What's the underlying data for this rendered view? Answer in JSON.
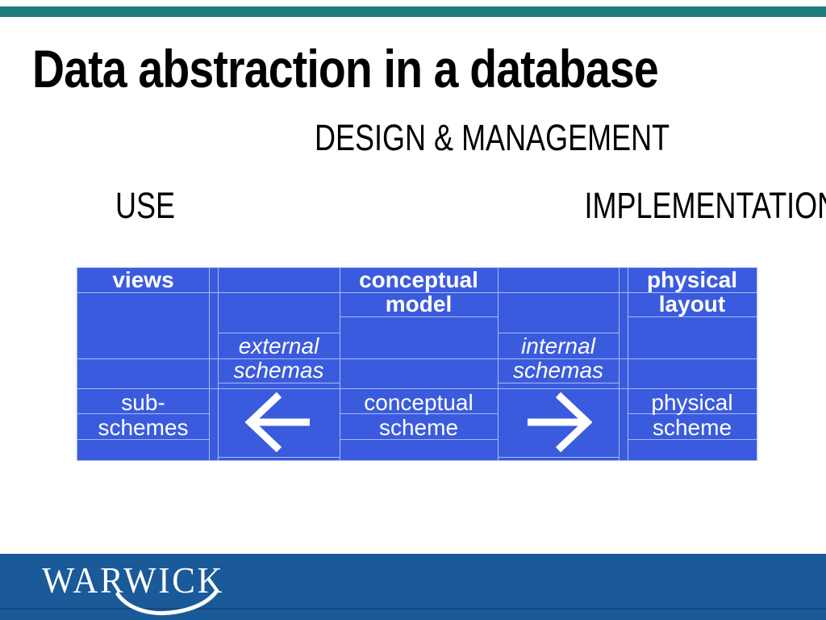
{
  "slide": {
    "title": "Data abstraction in a database",
    "phases": {
      "use": "USE",
      "design": "DESIGN",
      "ampersand": "&",
      "management": "MANAGEMENT",
      "implementation": "IMPLEMENTATION"
    },
    "table": {
      "views": "views",
      "conceptual_model": [
        "conceptual",
        "model"
      ],
      "physical_layout": [
        "physical",
        "layout"
      ],
      "external_schemas": [
        "external",
        "schemas"
      ],
      "internal_schemas": [
        "internal",
        "schemas"
      ],
      "sub_schemes": [
        "sub-",
        "schemes"
      ],
      "conceptual_scheme": [
        "conceptual",
        "scheme"
      ],
      "physical_scheme": [
        "physical",
        "scheme"
      ],
      "left_arrow": "left-arrow",
      "right_arrow": "right-arrow"
    },
    "footer": {
      "logo_text": "WARWICK"
    },
    "colors": {
      "top_bar": "#1f7c7c",
      "table_fill": "#3b5bde",
      "grid_line": "#a9bcef",
      "footer": "#1a5a99",
      "title_text": "#000000",
      "table_text": "#ffffff"
    }
  }
}
